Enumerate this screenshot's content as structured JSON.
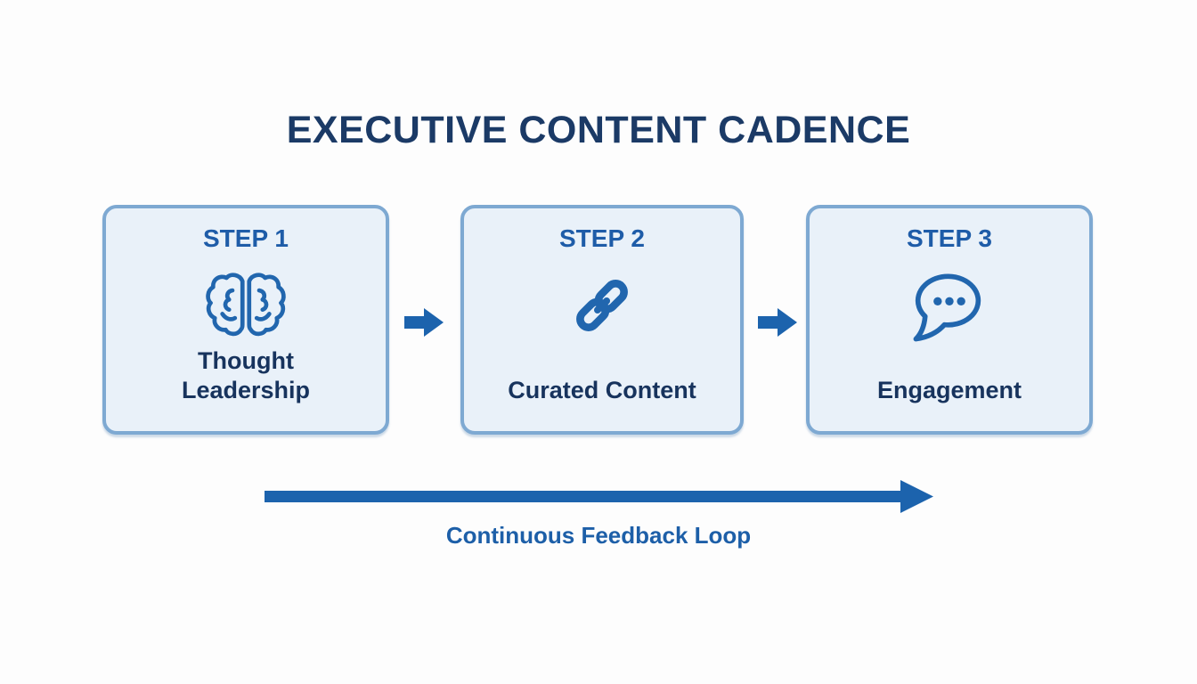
{
  "title": "EXECUTIVE CONTENT CADENCE",
  "steps": [
    {
      "label": "STEP 1",
      "icon": "brain-icon",
      "name": "Thought Leadership"
    },
    {
      "label": "STEP 2",
      "icon": "chain-link-icon",
      "name": "Curated Content"
    },
    {
      "label": "STEP 3",
      "icon": "speech-bubble-icon",
      "name": "Engagement"
    }
  ],
  "icons": {
    "between_steps": "right-block-arrow-icon",
    "feedback": "long-right-arrow-icon"
  },
  "feedback_loop": {
    "label": "Continuous Feedback Loop"
  },
  "colors": {
    "page-bg": "#fdfdfd",
    "title-text": "#1b3a66",
    "step-label": "#1e5ca8",
    "card-bg": "#e9f1f9",
    "card-border": "#7ea9d2",
    "card-text": "#17335d",
    "icon-blue": "#2166ae",
    "arrow-blue": "#1c63ad",
    "feedback-text": "#1d5fa8"
  }
}
